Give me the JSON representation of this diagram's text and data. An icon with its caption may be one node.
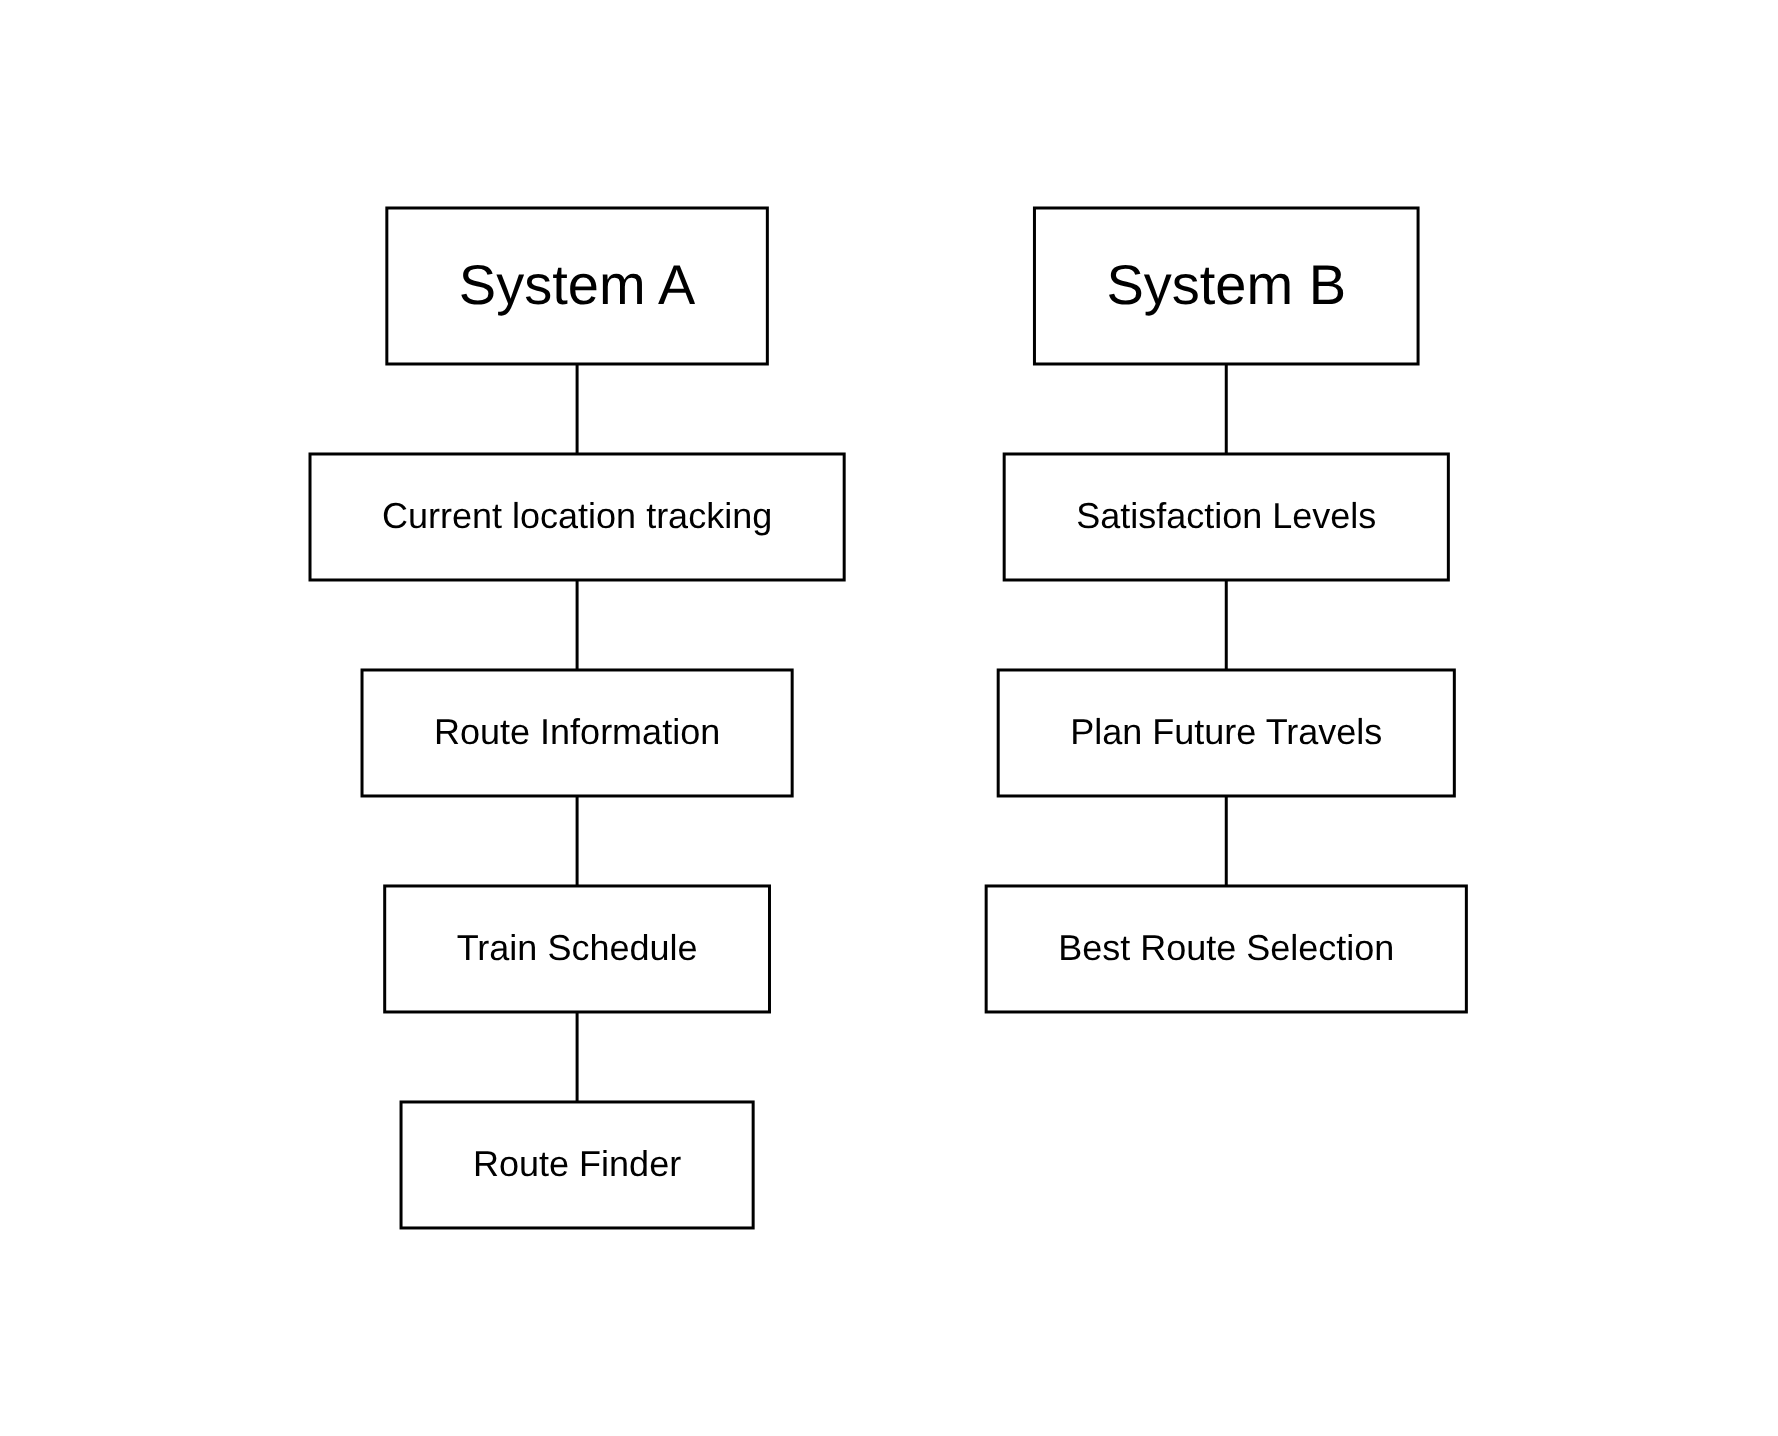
{
  "diagram": {
    "nodes": [
      {
        "text": [
          "System A"
        ]
      },
      {
        "text": [
          "Current location tracking"
        ]
      },
      {
        "text": [
          "Route Information"
        ]
      },
      {
        "text": [
          "Train Schedule"
        ]
      },
      {
        "text": [
          "Route Finder"
        ]
      },
      {
        "text": [
          "System B"
        ]
      },
      {
        "text": [
          "Satisfaction Levels"
        ]
      },
      {
        "text": [
          "Plan Future Travels"
        ]
      },
      {
        "text": [
          "Best Route Selection"
        ]
      }
    ],
    "edges": [
      {
        "from": 0,
        "to": 1,
        "arrow": "none"
      },
      {
        "from": 1,
        "to": 2,
        "arrow": "none"
      },
      {
        "from": 2,
        "to": 3,
        "arrow": "none"
      },
      {
        "from": 3,
        "to": 4,
        "arrow": "none"
      },
      {
        "from": 5,
        "to": 6,
        "arrow": "none"
      },
      {
        "from": 6,
        "to": 7,
        "arrow": "none"
      },
      {
        "from": 7,
        "to": 8,
        "arrow": "none"
      }
    ]
  }
}
